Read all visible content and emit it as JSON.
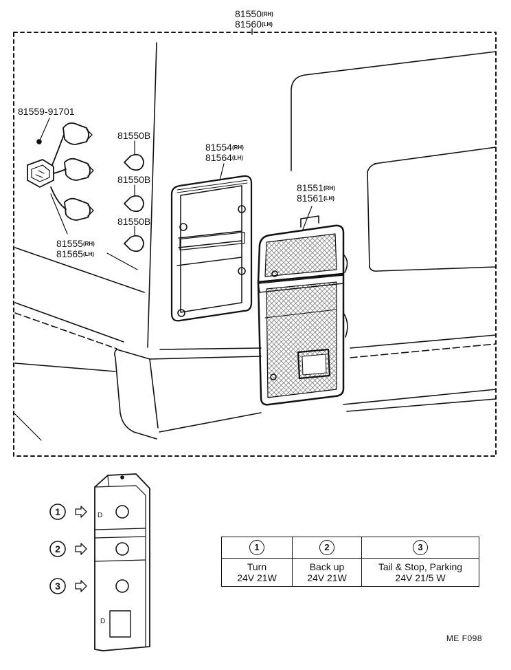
{
  "assembly": {
    "part_rh": "81550",
    "part_lh": "81560",
    "rh": "(RH)",
    "lh": "(LH)"
  },
  "bulb_labels": [
    "81550B",
    "81550B",
    "81550B"
  ],
  "screw": {
    "part": "81559-91701"
  },
  "socket": {
    "part_rh": "81555",
    "part_lh": "81565",
    "rh": "(RH)",
    "lh": "(LH)"
  },
  "gasket": {
    "part_rh": "81554",
    "part_lh": "81564",
    "rh": "(RH)",
    "lh": "(LH)"
  },
  "lens": {
    "part_rh": "81551",
    "part_lh": "81561",
    "rh": "(RH)",
    "lh": "(LH)"
  },
  "positions": [
    "1",
    "2",
    "3"
  ],
  "bulb_table": {
    "columns": [
      {
        "num": "1",
        "name": "Turn",
        "spec": "24V 21W"
      },
      {
        "num": "2",
        "name": "Back up",
        "spec": "24V 21W"
      },
      {
        "num": "3",
        "name": "Tail & Stop, Parking",
        "spec": "24V 21/5 W"
      }
    ]
  },
  "diagram_code": "ME F098"
}
